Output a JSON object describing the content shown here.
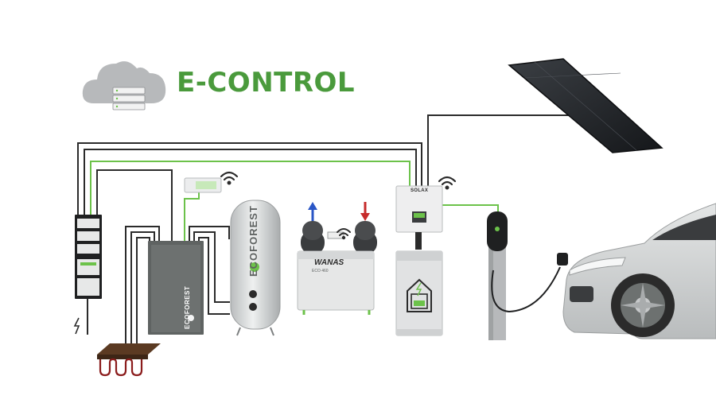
{
  "brand": {
    "title": "E-CONTROL",
    "title_color": "#4a9a3c"
  },
  "devices": {
    "tank_label": "ECOFOREST",
    "unit_label": "ECOFOREST",
    "heat_pump_label": "WANAS",
    "heat_pump_sub": "ECO 460",
    "inverter_label": "SOLAX"
  },
  "colors": {
    "wire_dark": "#2b2b2b",
    "wire_green": "#6cc24a",
    "device_gray": "#d9dbdc",
    "unit_dark": "#5f6362",
    "floor_brown": "#5b3a22",
    "arrow_blue": "#2a56c6",
    "arrow_red": "#c62b2b",
    "cloud": "#b7b9bb"
  },
  "icons": [
    "cloud-server-icon",
    "wifi-icon",
    "lightning-icon",
    "battery-house-icon",
    "solar-panel-icon",
    "electric-car-icon",
    "ev-charger-icon",
    "floor-heating-icon"
  ]
}
